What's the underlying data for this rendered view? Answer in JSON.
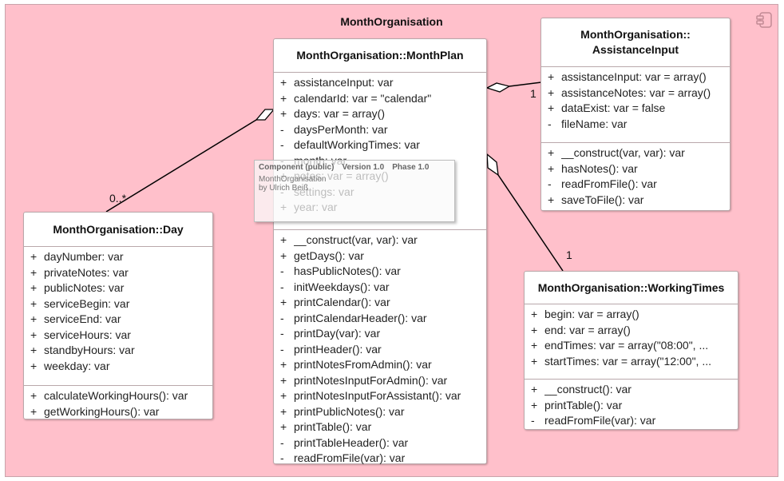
{
  "component": {
    "title": "MonthOrganisation",
    "icon": "component-icon"
  },
  "classes": {
    "monthplan": {
      "title": "MonthOrganisation::MonthPlan",
      "attributes": [
        {
          "vis": "+",
          "text": "assistanceInput: var"
        },
        {
          "vis": "+",
          "text": "calendarId: var = \"calendar\""
        },
        {
          "vis": "+",
          "text": "days: var = array()"
        },
        {
          "vis": "-",
          "text": "daysPerMonth: var"
        },
        {
          "vis": "-",
          "text": "defaultWorkingTimes: var"
        },
        {
          "vis": "-",
          "text": "month: var"
        },
        {
          "vis": "+",
          "text": "notes: var = array()"
        },
        {
          "vis": "-",
          "text": "settings: var"
        },
        {
          "vis": "+",
          "text": "year: var"
        }
      ],
      "operations": [
        {
          "vis": "+",
          "text": "__construct(var, var): var"
        },
        {
          "vis": "+",
          "text": "getDays(): var"
        },
        {
          "vis": "-",
          "text": "hasPublicNotes(): var"
        },
        {
          "vis": "-",
          "text": "initWeekdays(): var"
        },
        {
          "vis": "+",
          "text": "printCalendar(): var"
        },
        {
          "vis": "-",
          "text": "printCalendarHeader(): var"
        },
        {
          "vis": "-",
          "text": "printDay(var): var"
        },
        {
          "vis": "-",
          "text": "printHeader(): var"
        },
        {
          "vis": "+",
          "text": "printNotesFromAdmin(): var"
        },
        {
          "vis": "+",
          "text": "printNotesInputForAdmin(): var"
        },
        {
          "vis": "+",
          "text": "printNotesInputForAssistant(): var"
        },
        {
          "vis": "+",
          "text": "printPublicNotes(): var"
        },
        {
          "vis": "+",
          "text": "printTable(): var"
        },
        {
          "vis": "-",
          "text": "printTableHeader(): var"
        },
        {
          "vis": "-",
          "text": "readFromFile(var): var"
        }
      ]
    },
    "assistance": {
      "title_line1": "MonthOrganisation::",
      "title_line2": "AssistanceInput",
      "attributes": [
        {
          "vis": "+",
          "text": "assistanceInput: var = array()"
        },
        {
          "vis": "+",
          "text": "assistanceNotes: var = array()"
        },
        {
          "vis": "+",
          "text": "dataExist: var = false"
        },
        {
          "vis": "-",
          "text": "fileName: var"
        }
      ],
      "operations": [
        {
          "vis": "+",
          "text": "__construct(var, var): var"
        },
        {
          "vis": "+",
          "text": "hasNotes(): var"
        },
        {
          "vis": "-",
          "text": "readFromFile(): var"
        },
        {
          "vis": "+",
          "text": "saveToFile(): var"
        }
      ]
    },
    "day": {
      "title": "MonthOrganisation::Day",
      "attributes": [
        {
          "vis": "+",
          "text": "dayNumber: var"
        },
        {
          "vis": "+",
          "text": "privateNotes: var"
        },
        {
          "vis": "+",
          "text": "publicNotes: var"
        },
        {
          "vis": "+",
          "text": "serviceBegin: var"
        },
        {
          "vis": "+",
          "text": "serviceEnd: var"
        },
        {
          "vis": "+",
          "text": "serviceHours: var"
        },
        {
          "vis": "+",
          "text": "standbyHours: var"
        },
        {
          "vis": "+",
          "text": "weekday: var"
        }
      ],
      "operations": [
        {
          "vis": "+",
          "text": "calculateWorkingHours(): var"
        },
        {
          "vis": "+",
          "text": "getWorkingHours(): var"
        }
      ]
    },
    "working": {
      "title": "MonthOrganisation::WorkingTimes",
      "attributes": [
        {
          "vis": "+",
          "text": "begin: var = array()"
        },
        {
          "vis": "+",
          "text": "end: var = array()"
        },
        {
          "vis": "+",
          "text": "endTimes: var = array(\"08:00\", ..."
        },
        {
          "vis": "+",
          "text": "startTimes: var = array(\"12:00\", ..."
        }
      ],
      "operations": [
        {
          "vis": "+",
          "text": "__construct(): var"
        },
        {
          "vis": "+",
          "text": "printTable(): var"
        },
        {
          "vis": "-",
          "text": "readFromFile(var): var"
        }
      ]
    }
  },
  "multiplicities": {
    "day": "0..*",
    "assistance": "1",
    "working": "1"
  },
  "tooltip": {
    "kind": "Component",
    "visibility": "(public)",
    "version": "Version 1.0",
    "phase": "Phase 1.0",
    "name": "MonthOrganisation",
    "author": "by Ulrich Beiß"
  }
}
